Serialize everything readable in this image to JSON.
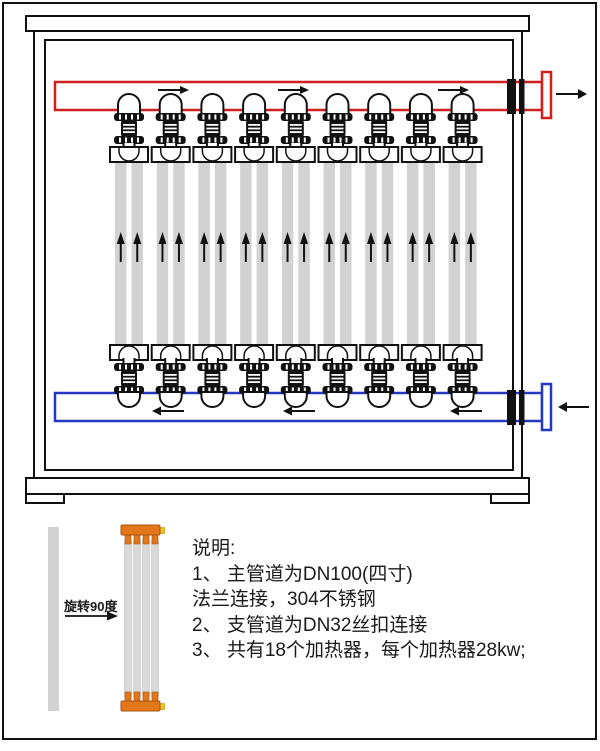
{
  "diagram": {
    "unit_count": 9,
    "tubes_per_unit": 2,
    "supply_pipe": {
      "flow_direction": "right",
      "arrow_count": 3
    },
    "return_pipe": {
      "flow_direction": "left",
      "arrow_count": 3
    }
  },
  "legend": {
    "rotate_label": "旋转90度",
    "note_title": "说明:",
    "notes": [
      "1、 主管道为DN100(四寸)",
      "法兰连接，304不锈钢",
      "2、 支管道为DN32丝扣连接",
      "3、 共有18个加热器，每个加热器28kw;"
    ]
  },
  "colors": {
    "supply_red": "#d01f1f",
    "return_blue": "#2438c0",
    "heater_cap_orange": "#e2761b",
    "terminal_yellow": "#f2c318",
    "tube_gray": "#d2d2d2",
    "line_black": "#111111"
  }
}
